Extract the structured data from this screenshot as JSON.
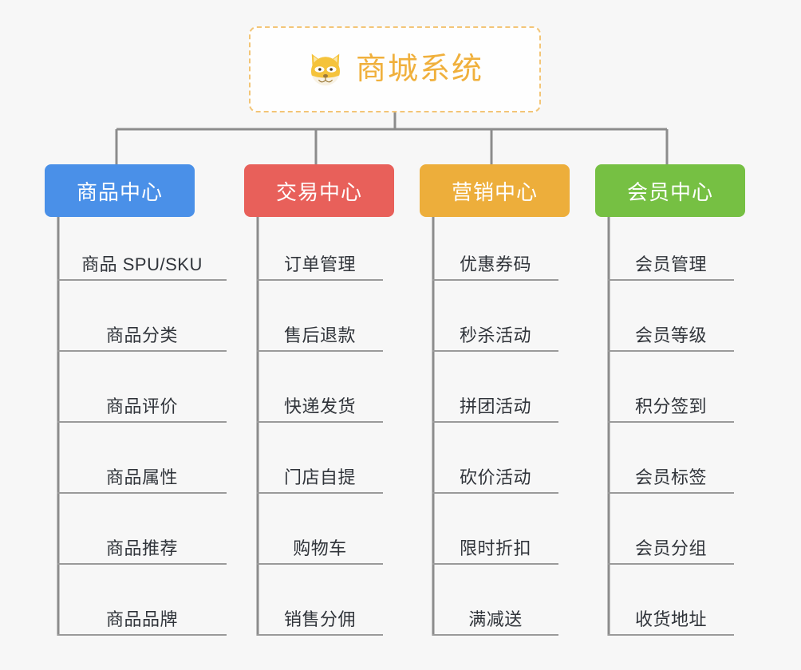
{
  "background_color": "#f7f7f7",
  "root": {
    "title": "商城系统",
    "icon": "shiba-dog-face-icon",
    "text_color": "#f0b03c",
    "border_color": "#f3c577"
  },
  "connector_color": "#8c8c8c",
  "categories": [
    {
      "label": "商品中心",
      "color": "#4a90e8",
      "items": [
        "商品 SPU/SKU",
        "商品分类",
        "商品评价",
        "商品属性",
        "商品推荐",
        "商品品牌"
      ]
    },
    {
      "label": "交易中心",
      "color": "#e8605a",
      "items": [
        "订单管理",
        "售后退款",
        "快递发货",
        "门店自提",
        "购物车",
        "销售分佣"
      ]
    },
    {
      "label": "营销中心",
      "color": "#edae3b",
      "items": [
        "优惠券码",
        "秒杀活动",
        "拼团活动",
        "砍价活动",
        "限时折扣",
        "满减送"
      ]
    },
    {
      "label": "会员中心",
      "color": "#76c043",
      "items": [
        "会员管理",
        "会员等级",
        "积分签到",
        "会员标签",
        "会员分组",
        "收货地址"
      ]
    }
  ]
}
